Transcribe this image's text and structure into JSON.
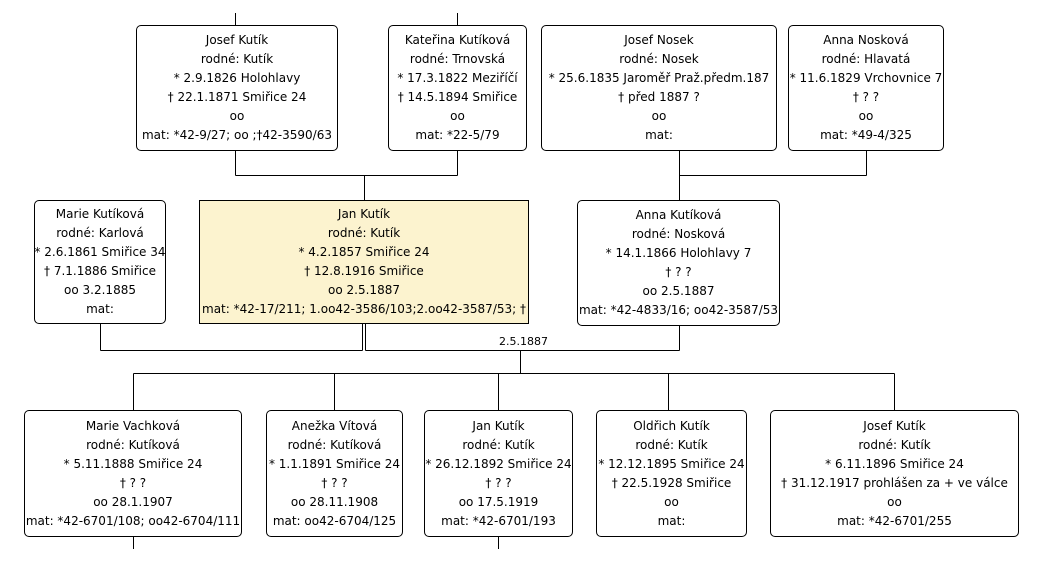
{
  "background_color": "#ffffff",
  "focus_color": "#fcf3cf",
  "marriage_label": "2.5.1887",
  "grandparents": [
    {
      "lines": [
        "Josef Kutík",
        "rodné: Kutík",
        "* 2.9.1826 Holohlavy",
        "† 22.1.1871 Smiřice 24",
        "oo",
        "mat: *42-9/27; oo   ;†42-3590/63"
      ]
    },
    {
      "lines": [
        "Kateřina Kutíková",
        "rodné: Trnovská",
        "* 17.3.1822 Meziříčí",
        "† 14.5.1894 Smiřice",
        "oo",
        "mat: *22-5/79"
      ]
    },
    {
      "lines": [
        "Josef Nosek",
        "rodné: Nosek",
        "* 25.6.1835 Jaroměř Praž.předm.187",
        "† před 1887 ?",
        "oo",
        "mat:"
      ]
    },
    {
      "lines": [
        "Anna Nosková",
        "rodné: Hlavatá",
        "* 11.6.1829 Vrchovnice 7",
        "† ? ?",
        "oo",
        "mat: *49-4/325"
      ]
    }
  ],
  "parents": [
    {
      "lines": [
        "Marie Kutíková",
        "rodné: Karlová",
        "* 2.6.1861 Smiřice 34",
        "† 7.1.1886 Smiřice",
        "oo 3.2.1885",
        "mat:"
      ]
    },
    {
      "lines": [
        "Jan Kutík",
        "rodné: Kutík",
        "* 4.2.1857 Smiřice 24",
        "† 12.8.1916 Smiřice",
        "oo 2.5.1887",
        "mat: *42-17/211; 1.oo42-3586/103;2.oo42-3587/53; †"
      ]
    },
    {
      "lines": [
        "Anna Kutíková",
        "rodné: Nosková",
        "* 14.1.1866 Holohlavy 7",
        "† ? ?",
        "oo 2.5.1887",
        "mat: *42-4833/16; oo42-3587/53"
      ]
    }
  ],
  "children": [
    {
      "lines": [
        "Marie Vachková",
        "rodné: Kutíková",
        "* 5.11.1888 Smiřice 24",
        "† ? ?",
        "oo 28.1.1907",
        "mat: *42-6701/108; oo42-6704/111"
      ]
    },
    {
      "lines": [
        "Anežka Vítová",
        "rodné: Kutíková",
        "* 1.1.1891 Smiřice 24",
        "† ? ?",
        "oo 28.11.1908",
        "mat: oo42-6704/125"
      ]
    },
    {
      "lines": [
        "Jan Kutík",
        "rodné: Kutík",
        "* 26.12.1892 Smiřice 24",
        "† ? ?",
        "oo 17.5.1919",
        "mat: *42-6701/193"
      ]
    },
    {
      "lines": [
        "Oldřich Kutík",
        "rodné: Kutík",
        "* 12.12.1895 Smiřice 24",
        "† 22.5.1928 Smiřice",
        "oo",
        "mat:"
      ]
    },
    {
      "lines": [
        "Josef Kutík",
        "rodné: Kutík",
        "* 6.11.1896 Smiřice 24",
        "† 31.12.1917 prohlášen za + ve válce",
        "oo",
        "mat: *42-6701/255"
      ]
    }
  ]
}
